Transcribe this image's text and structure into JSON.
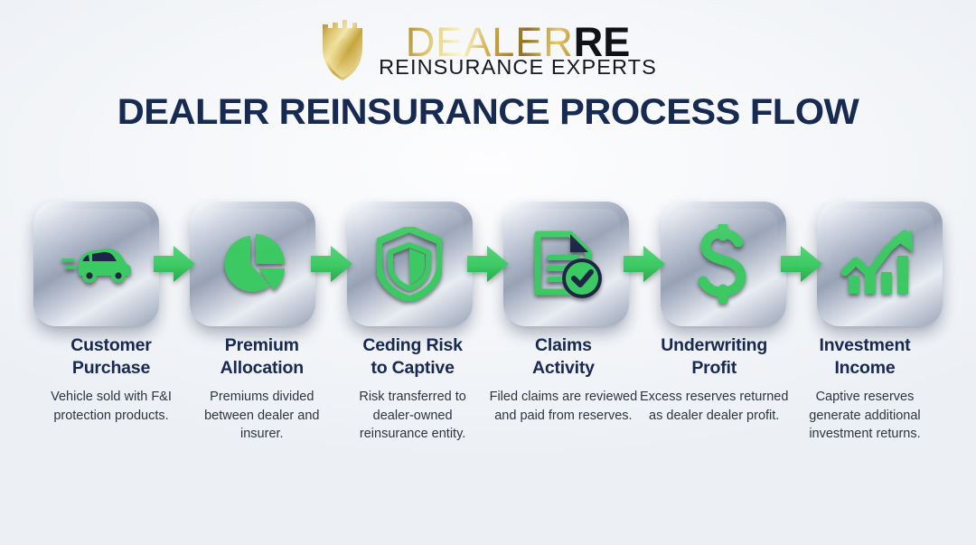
{
  "logo": {
    "shield_icon": "gold-castle-shield",
    "brand_primary": "DEALER",
    "brand_secondary": "RE",
    "tagline": "REINSURANCE EXPERTS",
    "gold_color": "#d4b350",
    "dark_color": "#111217"
  },
  "header": {
    "title": "DEALER REINSURANCE PROCESS FLOW",
    "title_color": "#172a52"
  },
  "theme": {
    "background": "#f2f4f7",
    "card_navy": "#1d2645",
    "card_border": "#b9c2d1",
    "accent_green": "#3cc963",
    "text_dark": "#2f3540"
  },
  "flow": {
    "arrow_icon": "right-arrow-icon",
    "steps": [
      {
        "icon": "car-icon",
        "title": "Customer\nPurchase",
        "title_line1": "Customer",
        "title_line2": "Purchase",
        "description": "Vehicle sold with F&I protection products."
      },
      {
        "icon": "pie-chart-icon",
        "title": "Premium\nAllocation",
        "title_line1": "Premium",
        "title_line2": "Allocation",
        "description": "Premiums divided between dealer and insurer."
      },
      {
        "icon": "shield-icon",
        "title": "Ceding Risk\nto Captive",
        "title_line1": "Ceding Risk",
        "title_line2": "to Captive",
        "description": "Risk transferred to dealer-owned reinsurance entity."
      },
      {
        "icon": "document-check-icon",
        "title": "Claims\nActivity",
        "title_line1": "Claims",
        "title_line2": "Activity",
        "description": "Filed claims are reviewed and paid from reserves."
      },
      {
        "icon": "dollar-sign-icon",
        "title": "Underwriting\nProfit",
        "title_line1": "Underwriting",
        "title_line2": "Profit",
        "description": "Excess reserves returned as dealer dealer profit."
      },
      {
        "icon": "growth-chart-icon",
        "title": "Investment\nIncome",
        "title_line1": "Investment",
        "title_line2": "Income",
        "description": "Captive reserves generate additional investment returns."
      }
    ]
  }
}
